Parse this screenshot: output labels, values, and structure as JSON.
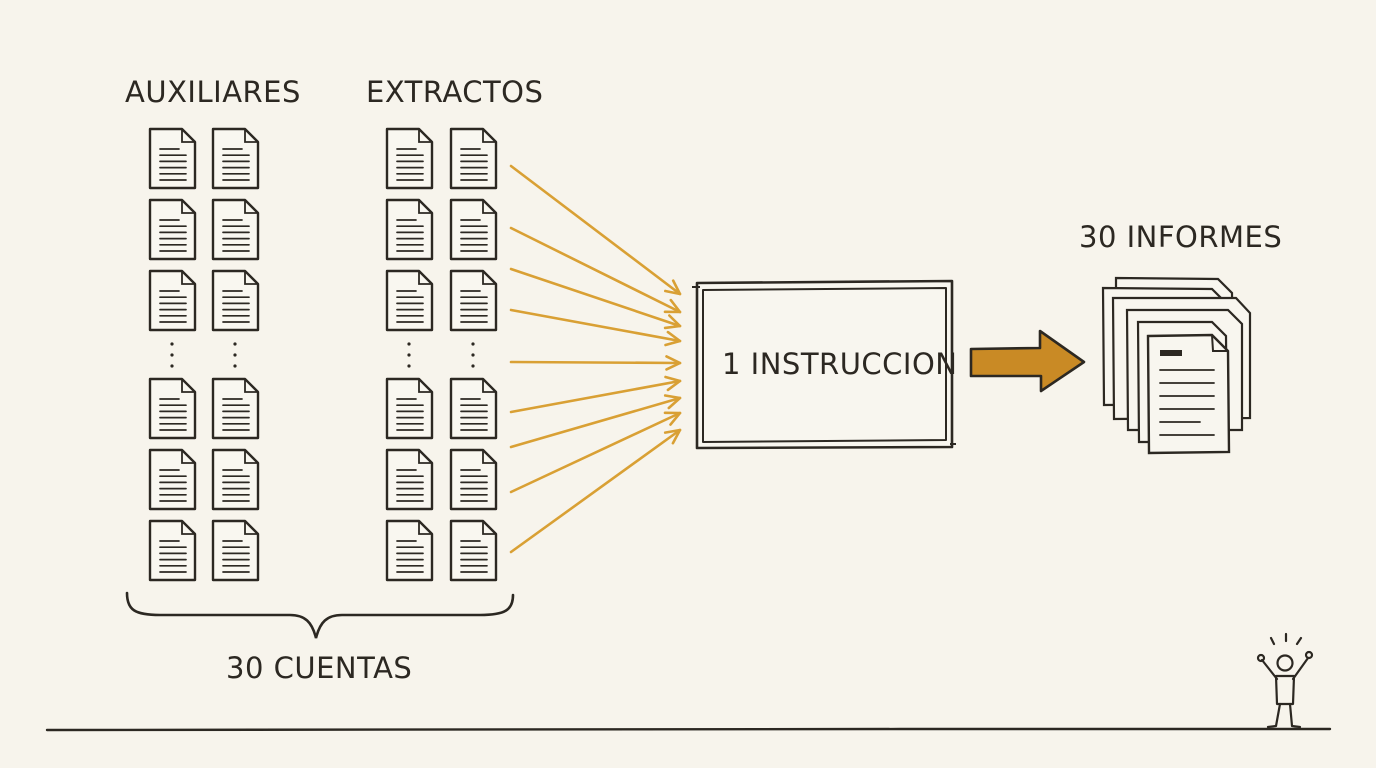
{
  "labels": {
    "auxiliares": "AUXILIARES",
    "extractos": "EXTRACTOS",
    "cuentas": "30 CUENTAS",
    "instruccion": "1 INSTRUCCION",
    "informes": "30 INFORMES"
  },
  "colors": {
    "background": "#f7f4ec",
    "ink": "#2c2822",
    "accent": "#d9a034",
    "arrow_fill": "#c98a25"
  },
  "icons": {
    "document": "document-icon",
    "person": "cheering-person-icon",
    "report_stack": "report-stack-icon"
  }
}
